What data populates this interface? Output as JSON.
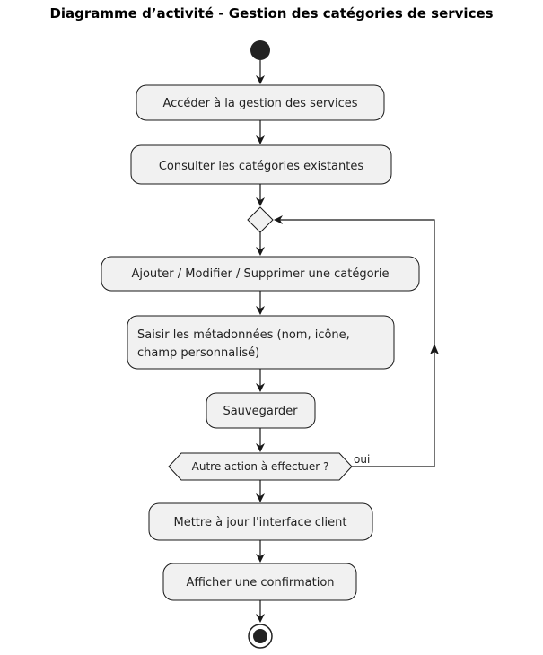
{
  "title": "Diagramme d’activité - Gestion des catégories de services",
  "actions": {
    "access": "Accéder à la gestion des services",
    "consult": "Consulter les catégories existantes",
    "modify": "Ajouter / Modifier / Supprimer une catégorie",
    "metadata_line1": "Saisir les métadonnées (nom, icône,",
    "metadata_line2": "champ personnalisé)",
    "save": "Sauvegarder",
    "update": "Mettre à jour l'interface client",
    "confirm": "Afficher une confirmation"
  },
  "decision": {
    "question": "Autre action à effectuer ?",
    "yes_label": "oui"
  },
  "colors": {
    "node_fill": "#f1f1f1",
    "stroke": "#181818",
    "start": "#222222"
  }
}
